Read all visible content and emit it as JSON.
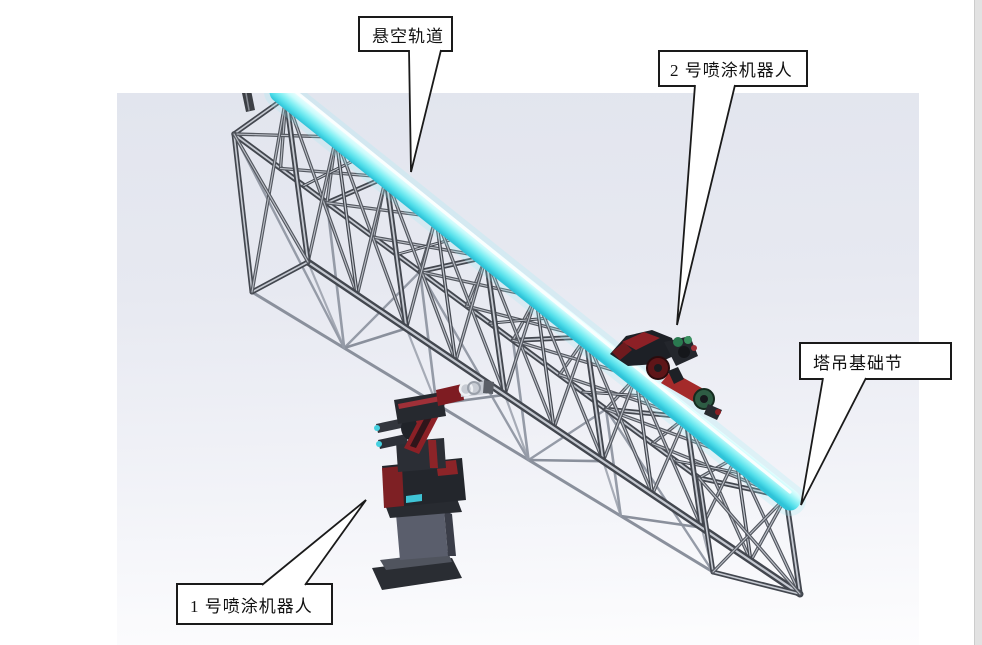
{
  "figure": {
    "type": "cad-render-with-callouts",
    "callouts": [
      {
        "id": "rail",
        "label": "悬空轨道"
      },
      {
        "id": "robot2",
        "label": "2 号喷涂机器人"
      },
      {
        "id": "tower-base",
        "label": "塔吊基础节"
      },
      {
        "id": "robot1",
        "label": "1 号喷涂机器人"
      }
    ],
    "colors": {
      "rail_glow": "rgba(150,235,245,0.22)",
      "rail_light": "#f6ffff",
      "rail_mid1": "#c9fbfc",
      "rail_mid2": "#86f0f4",
      "rail_mid3": "#4fdde9",
      "rail_deep": "#2fc3d8",
      "rail_highlight": "#fbffff",
      "chord_silver": "#d6dae1",
      "truss_dark": "#43474f",
      "truss_light": "#c6cad2",
      "truss_diag": "#53575f",
      "truss_back": "#959ba7",
      "truss_back2": "#8a909c",
      "robot_dark": "#23262c",
      "robot_black": "#1d2026",
      "robot_red": "#8c2026",
      "robot_red2": "#a42a2a",
      "robot_red_dark": "#6e1a1e",
      "accent_teal": "#3fc4d6",
      "disc_green": "#2e5c44",
      "disc_green2": "#2a7a50",
      "silver": "#c8ccd4",
      "pin_gray": "#3c3f45",
      "viewport_top": "#e2e5ee",
      "viewport_bottom": "#fdfdfe",
      "page_bg": "#ffffff",
      "edge_strip": "#e2e2e2",
      "callout_bg": "#ffffff",
      "callout_border": "#1a1a1a"
    }
  }
}
